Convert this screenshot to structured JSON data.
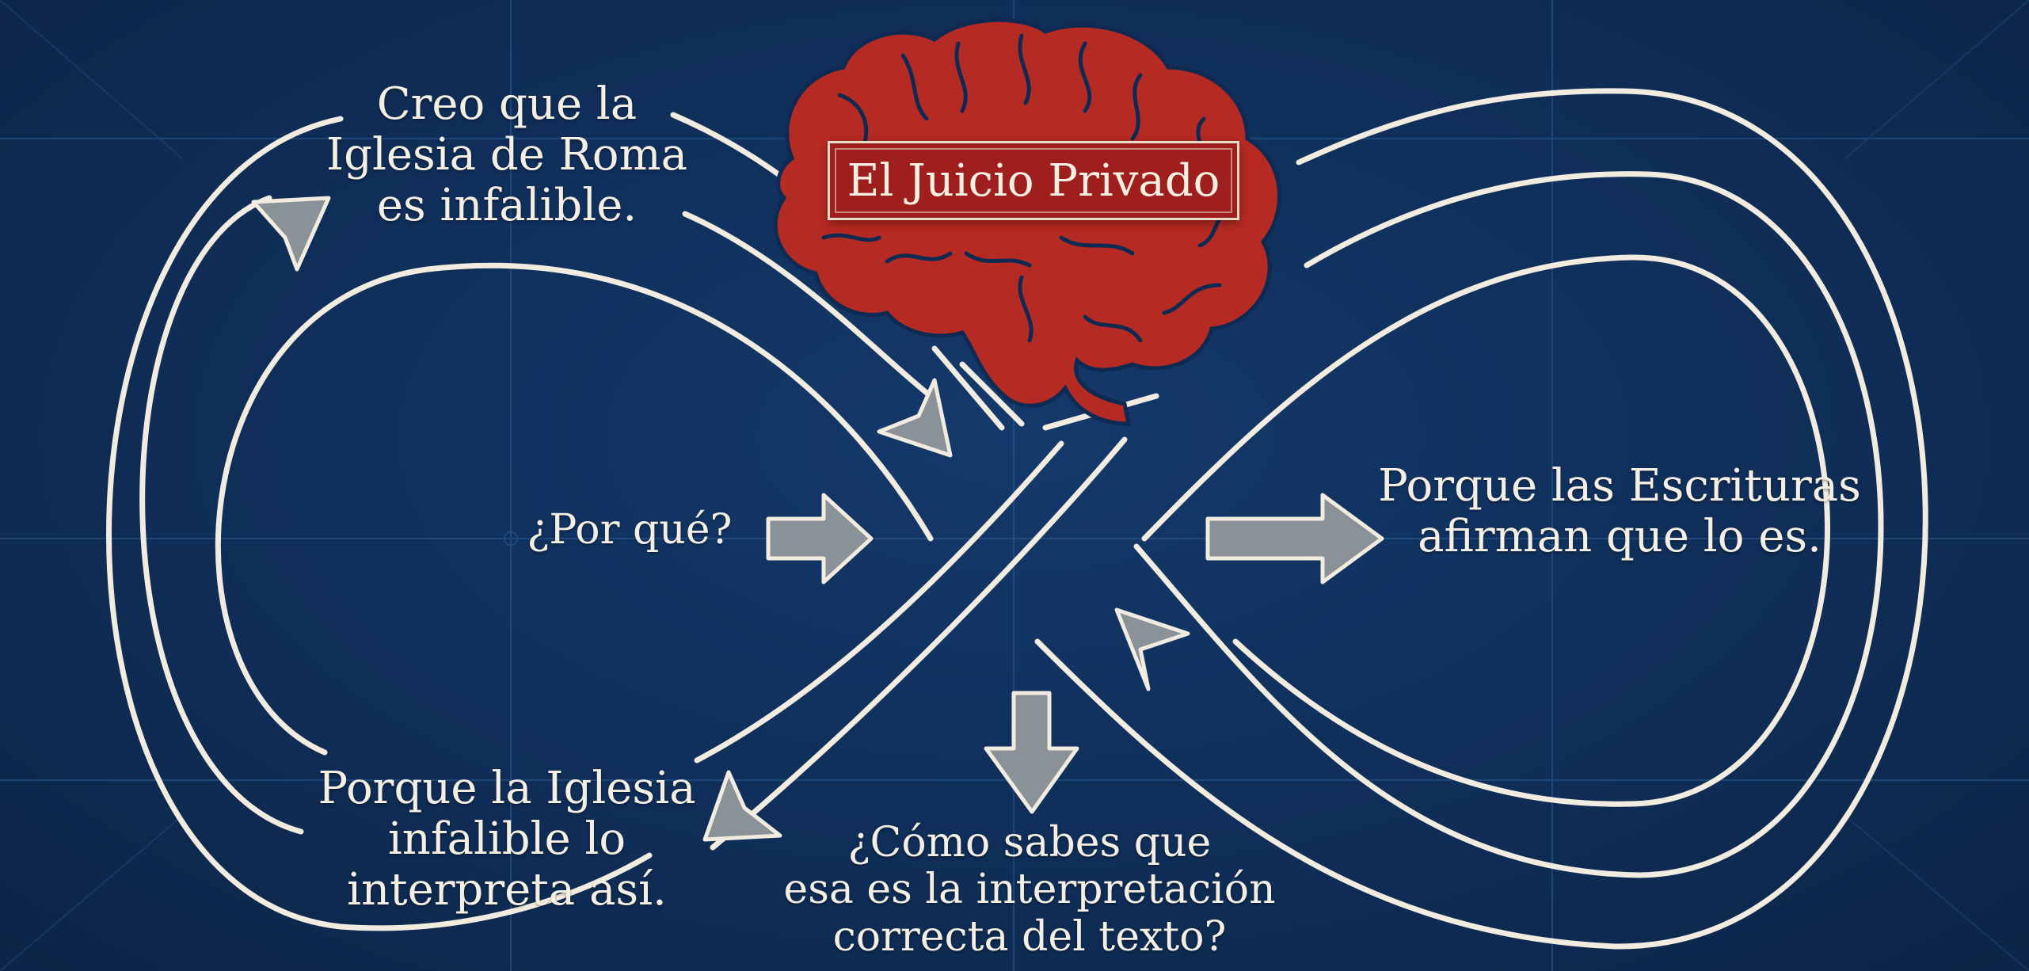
{
  "diagram": {
    "title": "El Juicio Privado",
    "nodes": {
      "top_left": "Creo que la\nIglesia de Roma\nes infalible.",
      "question": "¿Por qué?",
      "right": "Porque las Escrituras\nafirman que lo es.",
      "bottom_left": "Porque la Iglesia\ninfalible lo\ninterpreta así.",
      "bottom": "¿Cómo sabes que\nesa es la interpretación\ncorrecta del texto?"
    },
    "icons": {
      "center": "brain-icon",
      "loop": "infinity-loop-icon"
    },
    "colors": {
      "background": "#10305c",
      "brain": "#b52a22",
      "brain_outline": "#0e2a52",
      "title_box": "#9e1f1d",
      "track": "#f1ecdf",
      "arrow_fill": "#8a9298",
      "grid": "#2b5d93"
    }
  }
}
